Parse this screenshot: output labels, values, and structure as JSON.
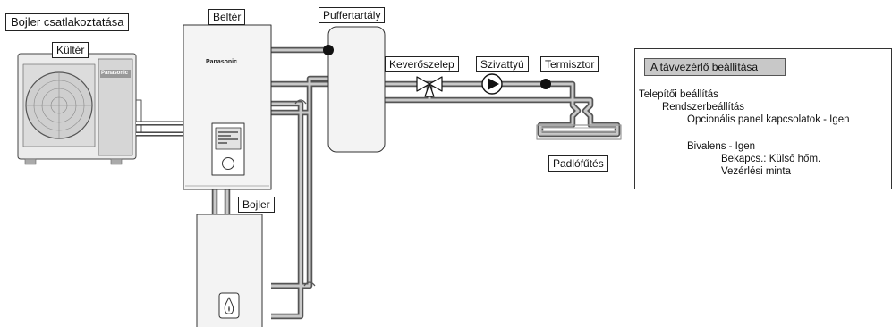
{
  "labels": {
    "title": "Bojler csatlakoztatása",
    "outdoor": "Kültér",
    "indoor": "Beltér",
    "buffer_tank": "Puffertartály",
    "mixing_valve": "Keverőszelep",
    "pump": "Szivattyú",
    "thermistor": "Termisztor",
    "floor_heating": "Padlófűtés",
    "boiler": "Bojler"
  },
  "brand": {
    "indoor": "Panasonic",
    "outdoor": "Panasonic"
  },
  "settings_panel": {
    "header": "A távvezérlő beállítása",
    "lines": [
      "Telepítői beállítás",
      "Rendszerbeállítás",
      "Opcionális panel kapcsolatok - Igen",
      "Bivalens - Igen",
      "Bekapcs.: Külső hőm.",
      "Vezérlési minta"
    ]
  },
  "icons": {
    "outdoor_unit": "outdoor-unit-fan-icon",
    "remote": "remote-controller-icon",
    "valve": "mixing-valve-icon",
    "pump": "pump-icon",
    "flame": "flame-icon"
  }
}
